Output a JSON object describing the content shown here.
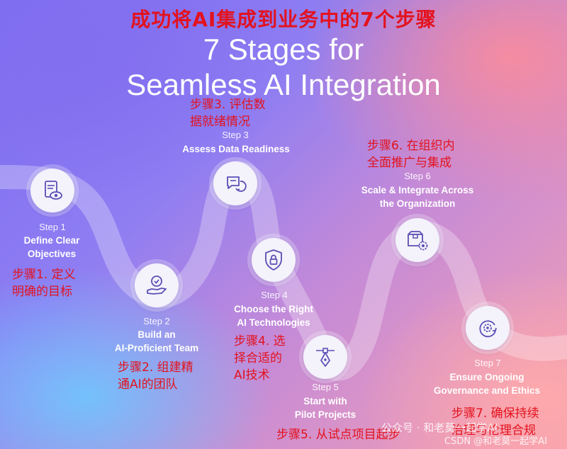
{
  "cn_title": "成功将AI集成到业务中的7个步骤",
  "title_line1": "7 Stages for",
  "title_line2": "Seamless AI Integration",
  "steps": [
    {
      "num": "Step 1",
      "title": "Define Clear\nObjectives",
      "cn": "步骤1. 定义\n明确的目标",
      "icon": "document-eye-icon"
    },
    {
      "num": "Step 2",
      "title": "Build an\nAI-Proficient Team",
      "cn": "步骤2. 组建精\n通AI的团队",
      "icon": "hand-badge-icon"
    },
    {
      "num": "Step 3",
      "title": "Assess Data Readiness",
      "cn": "步骤3. 评估数\n据就绪情况",
      "icon": "chat-refresh-icon"
    },
    {
      "num": "Step 4",
      "title": "Choose the Right\nAI Technologies",
      "cn": "步骤4. 选\n择合适的\nAI技术",
      "icon": "shield-lock-icon"
    },
    {
      "num": "Step 5",
      "title": "Start with\nPilot Projects",
      "cn": "步骤5. 从试点项目起步",
      "icon": "pen-tool-icon"
    },
    {
      "num": "Step 6",
      "title": "Scale & Integrate Across\nthe Organization",
      "cn": "步骤6. 在组织内\n全面推广与集成",
      "icon": "box-gear-icon"
    },
    {
      "num": "Step 7",
      "title": "Ensure Ongoing\nGovernance and Ethics",
      "cn": "步骤7. 确保持续\n治理与伦理合规",
      "icon": "cycle-gear-icon"
    }
  ],
  "watermark_wechat": "公众号 · 和老莫一起学AI",
  "watermark_csdn": "CSDN @和老莫一起学AI",
  "colors": {
    "accent_red": "#e3121e",
    "icon_purple": "#5a4fb5"
  }
}
